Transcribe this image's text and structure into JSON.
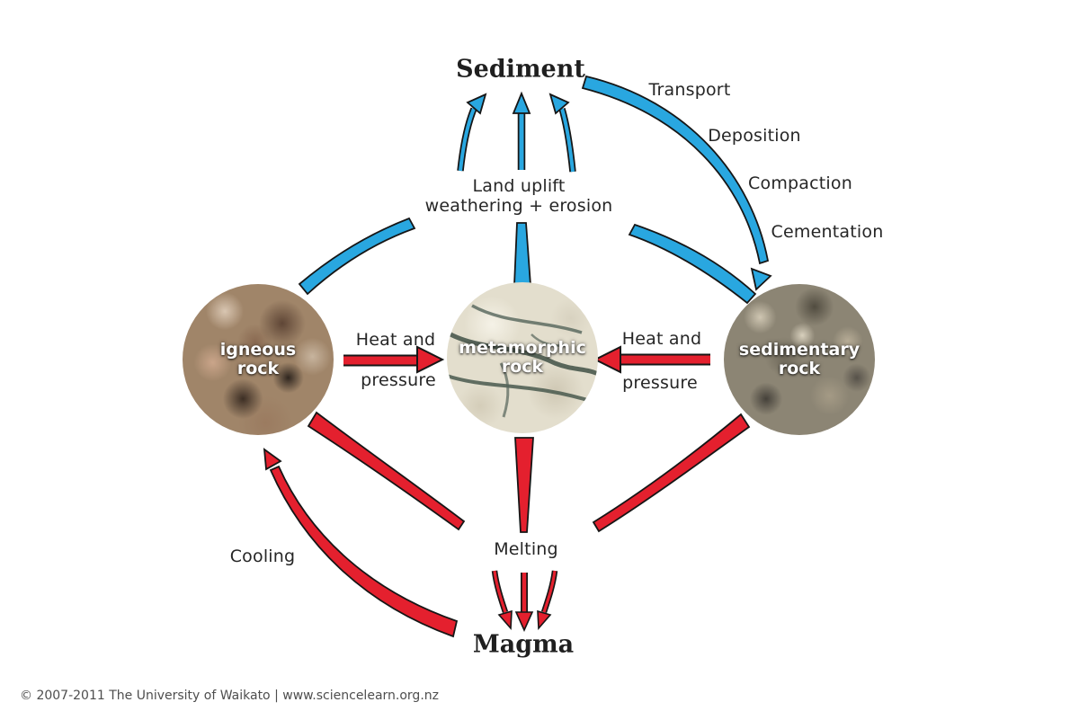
{
  "diagram": {
    "sediment_title": "Sediment",
    "magma_title": "Magma",
    "uplift": {
      "line1": "Land uplift",
      "line2": "weathering + erosion"
    },
    "surface_steps": [
      "Transport",
      "Deposition",
      "Compaction",
      "Cementation"
    ],
    "heat_pressure": {
      "line1": "Heat and",
      "line2": "pressure"
    },
    "cooling_label": "Cooling",
    "melting_label": "Melting",
    "rocks": {
      "igneous": {
        "line1": "igneous",
        "line2": "rock"
      },
      "metamorphic": {
        "line1": "metamorphic",
        "line2": "rock"
      },
      "sedimentary": {
        "line1": "sedimentary",
        "line2": "rock"
      }
    },
    "colors": {
      "surface_arrow_blue": "#29a7e0",
      "deep_arrow_red": "#e4202e",
      "arrow_outline": "#161616",
      "label_text": "#262626",
      "title_text": "#1f1f1f",
      "footer_text": "#4e4e4e"
    }
  },
  "footer": {
    "copyright": "© 2007-2011 The University of Waikato | www.sciencelearn.org.nz"
  }
}
